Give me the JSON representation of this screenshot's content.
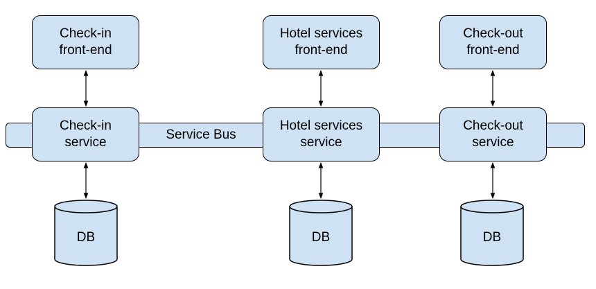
{
  "bus": {
    "label": "Service Bus"
  },
  "columns": [
    {
      "frontend": {
        "line1": "Check-in",
        "line2": "front-end"
      },
      "service": {
        "line1": "Check-in",
        "line2": "service"
      },
      "db": {
        "label": "DB"
      }
    },
    {
      "frontend": {
        "line1": "Hotel services",
        "line2": "front-end"
      },
      "service": {
        "line1": "Hotel services",
        "line2": "service"
      },
      "db": {
        "label": "DB"
      }
    },
    {
      "frontend": {
        "line1": "Check-out",
        "line2": "front-end"
      },
      "service": {
        "line1": "Check-out",
        "line2": "service"
      },
      "db": {
        "label": "DB"
      }
    }
  ],
  "colors": {
    "fill": "#cfe2f3",
    "stroke": "#000000",
    "background": "#ffffff"
  }
}
